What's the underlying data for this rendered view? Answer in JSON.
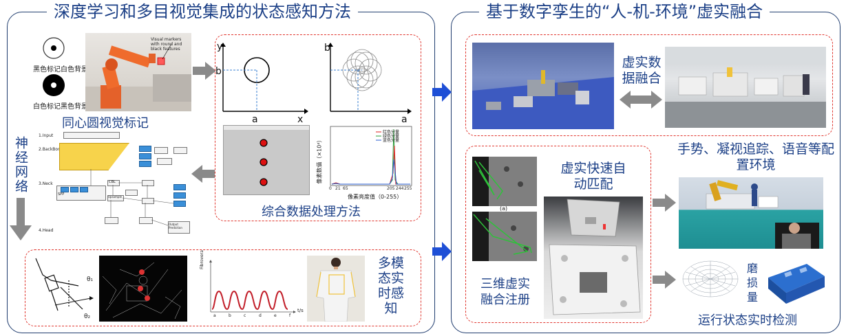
{
  "left": {
    "title": "深度学习和多目视觉集成的状态感知方法",
    "marker_white_bg": "黑色标记白色背景",
    "marker_black_bg": "白色标记黑色背景",
    "robot_caption": "Visual markers with round and black features",
    "concentric_label": "同心圆视觉标记",
    "plot_axes": {
      "y": "y",
      "x": "x",
      "a": "a",
      "b": "b"
    },
    "hist": {
      "ylabel": "像素数值（×10⁴）",
      "xlabel": "像素亮度值（0-255）",
      "ticks": [
        "0",
        "21",
        "65",
        "205",
        "244",
        "255"
      ],
      "legend": [
        "红色分量",
        "绿色分量",
        "蓝色分量"
      ]
    },
    "processing_label": "综合数据处理方法",
    "neural_net": "神经网络",
    "network": {
      "input": "1.Input",
      "backbone": "2.BackBone",
      "neck": "3.Neck",
      "head": "4.Head",
      "conv": "CBL",
      "spp": "SPP",
      "upsample": "Upsample",
      "output": "Output Prediction"
    },
    "multimodal_label": "多模态实时感知",
    "wave": {
      "ylabel": "Fibrovera",
      "xlabel": "t/s",
      "ticks": [
        "a",
        "b",
        "c",
        "d",
        "e",
        "f"
      ]
    },
    "arm_labels": {
      "a1": "θ₁",
      "a2": "θ₂"
    }
  },
  "right": {
    "title": "基于数字孪生的“人-机-环境”虚实融合",
    "fusion_label": "虚实数据融合",
    "fast_match": "虚实快速自动匹配",
    "config_env": "手势、凝视追踪、语音等配置环境",
    "registration": "三维虚实融合注册",
    "wear_label": "磨损量",
    "detection_label": "运行状态实时检测",
    "part_tag": "(a)"
  },
  "colors": {
    "accent": "#1b3f86",
    "dashed": "#e0342c",
    "arrow_blue": "#1e4fd6",
    "arrow_gray": "#8a8a8a"
  }
}
